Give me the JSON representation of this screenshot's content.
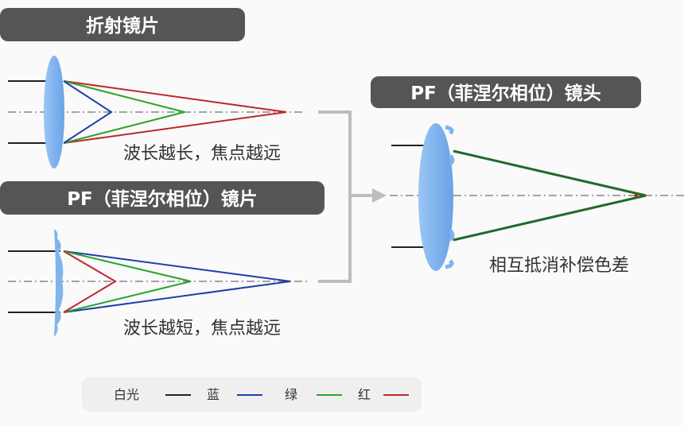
{
  "refractive": {
    "title": "折射镜片",
    "caption": "波长越长，焦点越远"
  },
  "fresnel": {
    "title": "PF（菲涅尔相位）镜片",
    "caption": "波长越短，焦点越远"
  },
  "combined": {
    "title": "PF（菲涅尔相位）镜头",
    "caption": "相互抵消补偿色差"
  },
  "legend": [
    {
      "label": "白光",
      "color": "#222222"
    },
    {
      "label": "蓝",
      "color": "#1f3fa8"
    },
    {
      "label": "绿",
      "color": "#2aa52a"
    },
    {
      "label": "红",
      "color": "#c0262d"
    }
  ],
  "colors": {
    "label_bg": "#555555",
    "lens": "#7fb4ee",
    "axis": "#888888",
    "arrow": "#bdbdbd"
  }
}
